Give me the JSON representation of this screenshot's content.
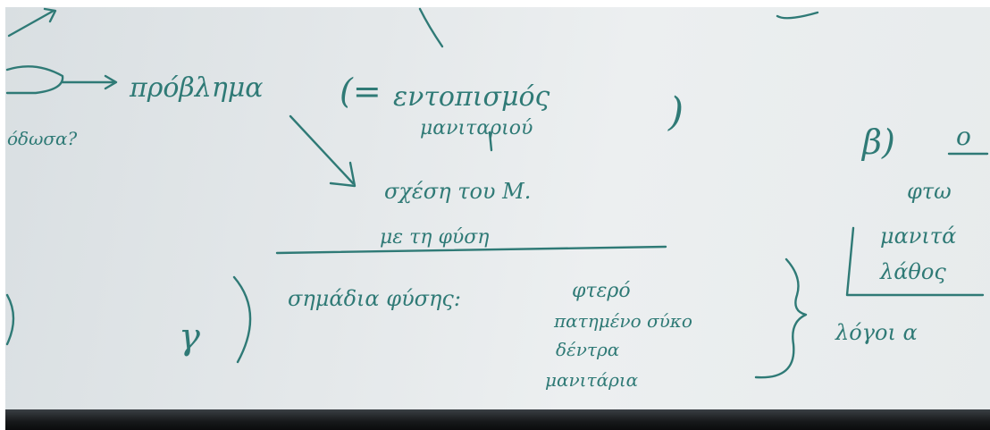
{
  "whiteboard": {
    "lines": {
      "problem": "πρόβλημα",
      "eq_open": "(=",
      "eq_word": "εντοπισμός",
      "eq_close": ")",
      "mushroom_gen": "μανιταριού",
      "left_fragment": "όδωσα?",
      "relation_1": "σχέση του Μ.",
      "relation_2": "με τη φύση",
      "gamma": "γ",
      "signs": "σημάδια φύσης:",
      "item1": "φτερό",
      "item2": "πατημένο σύκο",
      "item3": "δέντρα",
      "item4": "μανιτάρια",
      "beta": "β)",
      "right_o": "ο",
      "right_fto": "φτω",
      "right_manita": "μανιτά",
      "right_lathos": "λάθος",
      "reasons": "λόγοι α"
    },
    "colors": {
      "ink": "#2f7a76",
      "board": "#e6eaec",
      "ledge": "#111315"
    }
  }
}
